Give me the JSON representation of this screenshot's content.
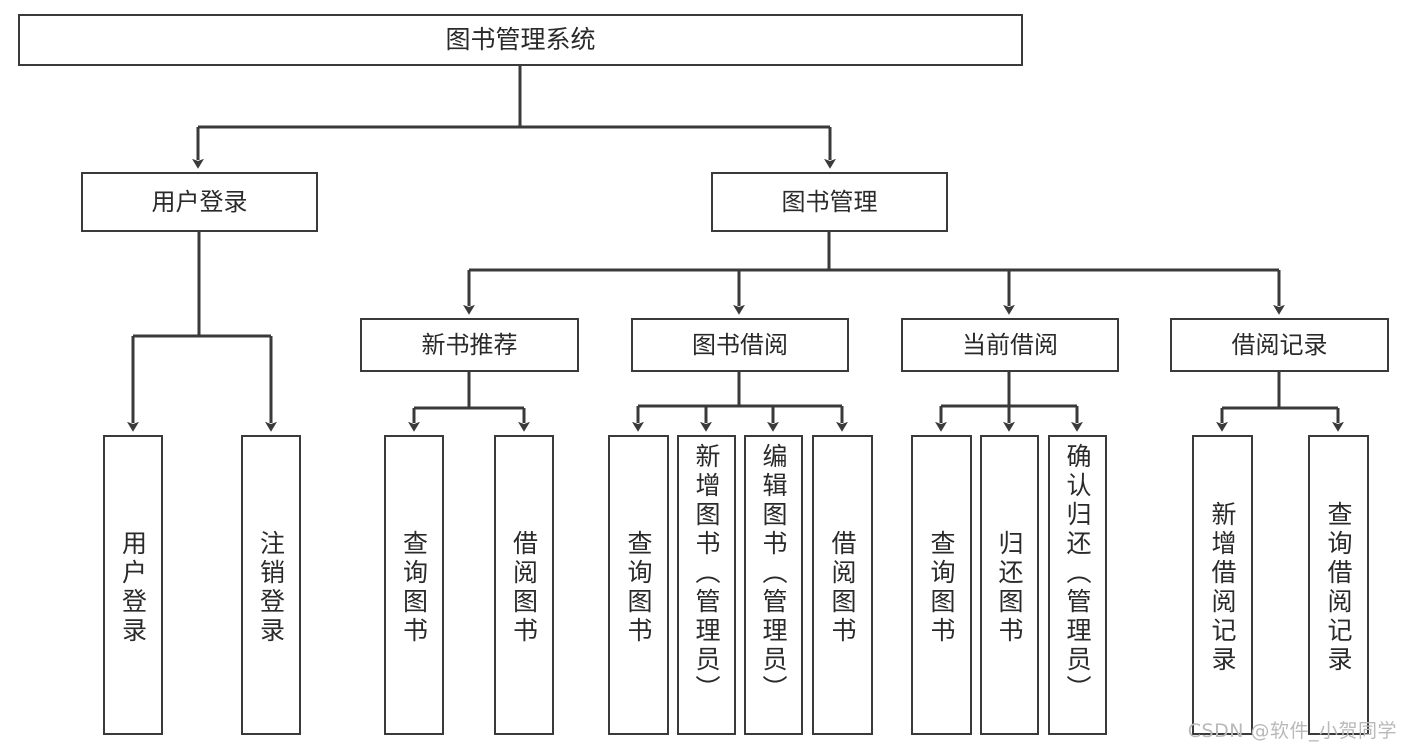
{
  "diagram": {
    "type": "tree-hierarchy",
    "title": "图书管理系统",
    "root": {
      "label": "图书管理系统"
    },
    "level2": [
      {
        "label": "用户登录"
      },
      {
        "label": "图书管理"
      }
    ],
    "level3": [
      {
        "label": "新书推荐"
      },
      {
        "label": "图书借阅"
      },
      {
        "label": "当前借阅"
      },
      {
        "label": "借阅记录"
      }
    ],
    "leaves": [
      {
        "label": "用户登录",
        "parent": "用户登录"
      },
      {
        "label": "注销登录",
        "parent": "用户登录"
      },
      {
        "label": "查询图书",
        "parent": "新书推荐"
      },
      {
        "label": "借阅图书",
        "parent": "新书推荐"
      },
      {
        "label": "查询图书",
        "parent": "图书借阅"
      },
      {
        "label": "新增图书（管理员）",
        "parent": "图书借阅"
      },
      {
        "label": "编辑图书（管理员）",
        "parent": "图书借阅"
      },
      {
        "label": "借阅图书",
        "parent": "图书借阅"
      },
      {
        "label": "查询图书",
        "parent": "当前借阅"
      },
      {
        "label": "归还图书",
        "parent": "当前借阅"
      },
      {
        "label": "确认归还（管理员）",
        "parent": "当前借阅"
      },
      {
        "label": "新增借阅记录",
        "parent": "借阅记录"
      },
      {
        "label": "查询借阅记录",
        "parent": "借阅记录"
      }
    ]
  },
  "watermark": {
    "text": "CSDN @软件_小贺同学"
  },
  "colors": {
    "stroke": "#3a3a3a",
    "text": "#2a2a2a",
    "background": "#ffffff",
    "watermark": "#b9b9b9"
  }
}
